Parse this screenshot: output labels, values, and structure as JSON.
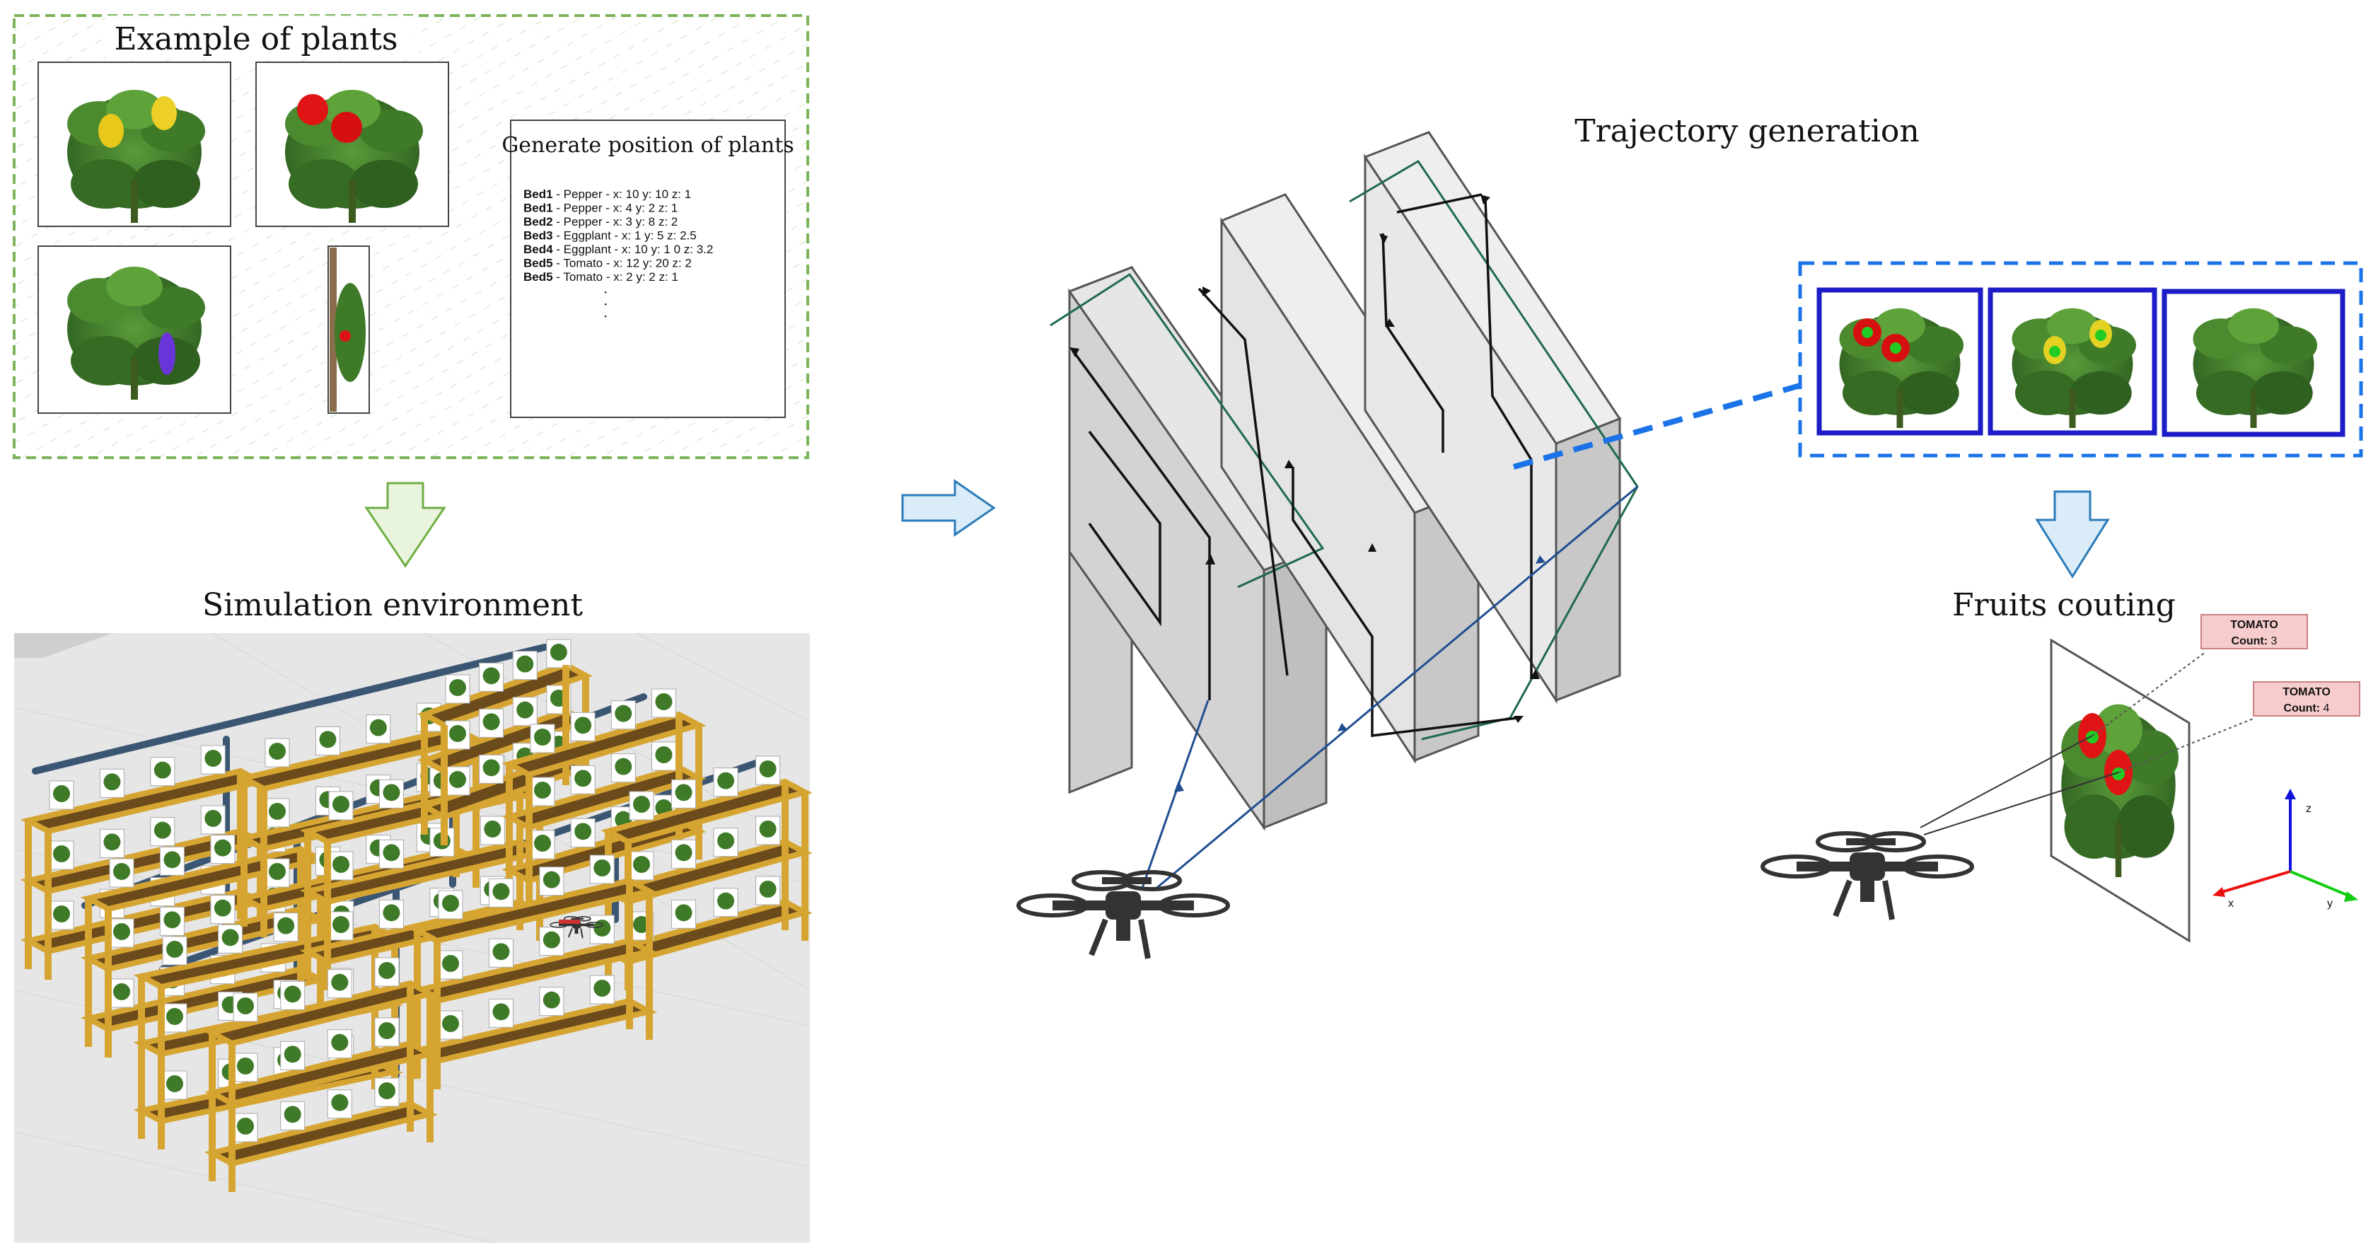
{
  "titles": {
    "plants": "Example of plants",
    "simulation": "Simulation environment",
    "trajectory": "Trajectory generation",
    "fruits": "Fruits couting"
  },
  "positions_box": {
    "title": "Generate position of plants",
    "rows": [
      {
        "bed": "Bed1",
        "text": " - Pepper - x: 10 y: 10 z: 1"
      },
      {
        "bed": "Bed1",
        "text": " - Pepper - x: 4 y: 2 z: 1"
      },
      {
        "bed": "Bed2",
        "text": " - Pepper - x: 3 y: 8 z: 2"
      },
      {
        "bed": "Bed3",
        "text": " - Eggplant - x: 1 y: 5 z: 2.5"
      },
      {
        "bed": "Bed4",
        "text": " - Eggplant - x: 10 y: 1 0 z: 3.2"
      },
      {
        "bed": "Bed5",
        "text": " - Tomato - x: 12 y: 20 z: 2"
      },
      {
        "bed": "Bed5",
        "text": " - Tomato - x: 2 y: 2 z: 1"
      }
    ],
    "ellipsis": [
      "·",
      "·",
      "·"
    ]
  },
  "counts": [
    {
      "label": "TOMATO",
      "count_label": "Count:",
      "count": "3"
    },
    {
      "label": "TOMATO",
      "count_label": "Count:",
      "count": "4"
    }
  ],
  "axes": {
    "x": "x",
    "y": "y",
    "z": "z"
  },
  "colors": {
    "green_dashed": "#7cb45a",
    "blue_dashed": "#1a73e8",
    "arrow_fill": "#d9ecf7",
    "arrow_stroke": "#2b7bb9",
    "green_arrow_fill": "#e9f4dc",
    "shelf_wood": "#d6a531",
    "shelf_top": "#6b4a1c",
    "pipe": "#3b5672",
    "count_box": "#f7cccc",
    "axis_x": "#e11",
    "axis_y": "#1c1",
    "axis_z": "#11d"
  }
}
